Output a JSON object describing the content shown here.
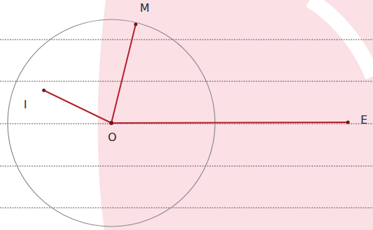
{
  "diagram": {
    "labels": [
      "M",
      "I",
      "O",
      "E"
    ]
  }
}
